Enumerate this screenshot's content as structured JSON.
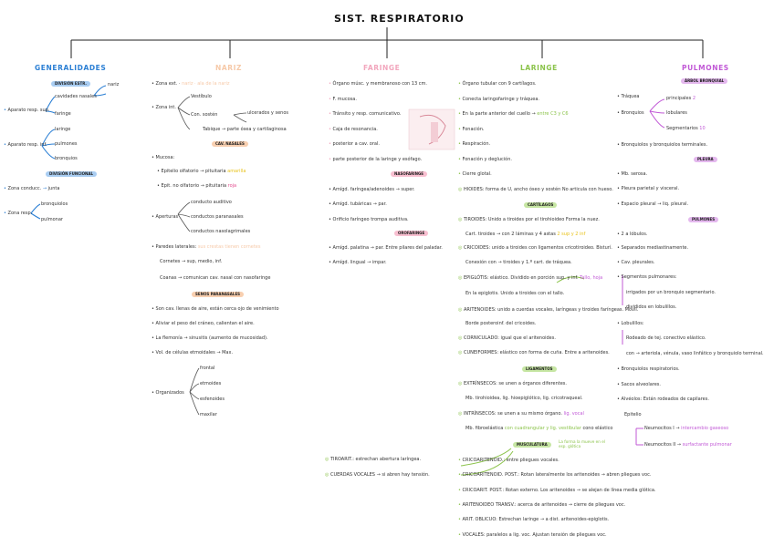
{
  "colors": {
    "generalidades": "#2b7fd4",
    "nariz": "#f6c9a8",
    "faringe": "#f2a6bd",
    "laringe": "#8bc34a",
    "pulmones": "#c159d6",
    "blue_pill": "#a9cdf2",
    "orange_pill": "#f8cfb0",
    "pink_pill": "#f8bfd0",
    "green_pill": "#c6e6a3",
    "purple_pill": "#e4b8ee",
    "accent_yellow": "#e8c21a",
    "accent_pink": "#e24a8d"
  },
  "title": "SIST. RESPIRATORIO",
  "headers": {
    "generalidades": "GENERALIDADES",
    "nariz": "NARIZ",
    "faringe": "FARINGE",
    "laringe": "LARINGE",
    "pulmones": "PULMONES"
  },
  "generalidades": {
    "pill1": "DIVISIÓN ESTR.",
    "pill2": "DIVISIÓN FUNCIONAL",
    "nariz_top": "nariz",
    "cavidades": "cavidades nasales",
    "faringe": "faringe",
    "ap_sup": "Aparato resp. sup.",
    "laringe": "laringe",
    "ap_inf": "Aparato resp. inf.",
    "pulmones": "pulmones",
    "bronquios": "bronquios",
    "zona_cond": "Zona conducc.",
    "zona_cond_val": "junta",
    "zona_resp": "Zona resp.",
    "bronquiolos": "bronquiolos",
    "pulmonar": "pulmonar"
  },
  "nariz": {
    "zona_ext": "Zona ext.",
    "zona_ext_val": "nariz · ala de la nariz",
    "zona_int": "Zona int.",
    "vestibulo": "Vestíbulo",
    "con_sosten": "Con. sostén",
    "ulcerados": "ulcerados y senos",
    "tabique": "Tabique",
    "tabique_val": "parte ósea y cartilaginosa",
    "pill_cavidades": "CAV. NASALES",
    "mucosa": "Mucosa:",
    "epitelio": "Epitelio olfatorio",
    "epitelio_val": "pituitaria",
    "epitelio_acc": "amarilla",
    "epi_no": "Epit. no olfatorio",
    "epi_no_val": "pituitaria",
    "epi_no_acc": "roja",
    "conducto_audit": "conducto auditivo",
    "aperturas": "Aperturas",
    "cond_paranasales": "conductos paranasales",
    "cond_nasolac": "conductos nasolagrimales",
    "paredes": "Paredes laterales:",
    "paredes_val": "sus crestas tienen cornetes",
    "cornetes": "Cornetes",
    "cornetes_val": "sup, medio, inf.",
    "coanas": "Coanas",
    "coanas_val": "comunican cav. nasal con nasofaringe",
    "pill_senos": "SENOS PARANASALES",
    "senos_1": "Son cav. llenas de aire, están cerca ojo de venimiento",
    "senos_2": "Aliviar el peso del cráneo, calientan el aire.",
    "senos_3": "La flemonía → sinusitis (aumento de mucosidad).",
    "senos_4": "Vol. de células etmoidales → Max.",
    "organizados": "Organizados",
    "frontal": "frontal",
    "etmoides": "etmoides",
    "esfenoides": "esfenoides",
    "maxilar": "maxilar"
  },
  "faringe": {
    "items": [
      "Órgano músc. y membranoso con 13 cm.",
      "F. mucosa.",
      "Tránsito y resp. comunicativo.",
      "Caja de resonancia.",
      "posterior a cav. oral.",
      "parte posterior de la laringe y esófago."
    ],
    "pill_naso": "NASOFARINGE",
    "naso_1": "Amígd. faríngea/adenoides",
    "naso_1b": "super.",
    "naso_2": "Amígd. tubáricas",
    "naso_2b": "par.",
    "naso_3": "Orificio faríngeo trompa auditiva.",
    "pill_oro": "OROFARINGE",
    "oro_1": "Amígd. palatina → par. Entre pilares del paladar.",
    "oro_2": "Amígd. lingual → impar."
  },
  "laringe": {
    "items": [
      "Órgano tubular con 9 cartílagos.",
      "Conecta laringofaringe y tráquea.",
      "En la parte anterior del cuello",
      "Fonación.",
      "Respiración.",
      "Fonación y deglución.",
      "Cierre glotal."
    ],
    "item3_acc": "entre C3 y C6",
    "hioides": "HIOIDES: forma de U, ancho óseo y sostén No articula con hueso.",
    "pill_cart": "CARTÍLAGOS",
    "tiroides": "TIROIDES: Unido a tiroides por el tirohioideo Forma la nuez.",
    "cart_1": "Cart. tiroides → con 2 láminas y 4 astas",
    "cart_1b": "2 sup y 2 inf",
    "cricoides": "CRICOIDES: unido a tiroides con ligamentos cricotiroideo. Bisturí.",
    "cric_1": "Conexión con → tiroides y 1.º cart. de tráquea.",
    "epiglotis": "EPIGLÓTIS: elástico. Dividido en porción sup. y inf.",
    "epi_acc": "Tallo, hoja",
    "epi_1": "En la epiglotis. Unido a tiroides con el tallo.",
    "aritenoides": "ARITENOIDES: unido a cuerdas vocales, laríngeas y tiroides faríngeas. Móvil.",
    "arit_1": "Borde posteroinf. del cricoides.",
    "corniculado": "CORNICULADO: igual que el aritenoides.",
    "cuneiformes": "CUNEIFORMES: elástico con forma de cuña. Entre a aritenoides.",
    "pill_lig": "LIGAMENTOS",
    "extrinsecos": "EXTRÍNSECOS: se unen a órganos diferentes.",
    "ext_1": "Mb. tirohioidea, lig. hioepiglótico, lig. cricotraqueal.",
    "intrinsecos": "INTRÍNSECOS: se unen a su mismo órgano.",
    "intr_acc": "lig. vocal",
    "mb_elast": "Mb. fibroelástica",
    "mb_acc": "con cuadrangular y lig. vestibular",
    "mb_tail": "cono elástico",
    "pill_musc": "MUSCULATURA",
    "musc_note": "La forma la mueve en el esp. glótica",
    "tiroari": "TIROARIT.: estrechan abertura laríngea.",
    "cuerdas": "CUERDAS VOCALES → si abren hay tensión.",
    "musc_items": [
      "CRICOARITENOID.: entre pliegues vocales.",
      "CRICOARITENOID. POST.: Rotan lateralmente los aritenoides → abren pliegues voc.",
      "CRICOARIT. POST.: Rotan externo. Los aritenoides → se alejan de línea media glótica.",
      "ARITENOIDEO TRANSV.: acerca de aritenoides → cierre de pliegues voc.",
      "ARIT. OBLICUO: Estrechan laringe → a dist. aritenoides-epiglotis.",
      "VOCALES: paralelos a lig. voc. Ajustan tensión de pliegues voc."
    ]
  },
  "pulmones": {
    "pill_arbol": "ÁRBOL BRONQUIAL",
    "traquea": "Tráquea",
    "principales": "principales",
    "principales_n": "2",
    "bronquios": "Bronquios",
    "lobulares": "lobulares",
    "segmentarios": "Segmentarios",
    "segmentarios_n": "10",
    "bronq_line": "Bronquiolos y bronquiolos terminales.",
    "pill_pleura": "PLEURA",
    "pl_1": "Mb. serosa.",
    "pl_2": "Pleura parietal y visceral.",
    "pl_3": "Espacio pleural → liq. pleural.",
    "pill_pulm": "PULMONES",
    "pu_1": "2 a lóbulos.",
    "pu_2": "Separados mediastinamente.",
    "pu_3": "Cav. pleurales.",
    "pu_4": "Segmentos pulmonares:",
    "pu_5": "irrigados por un bronquio segmentario.",
    "pu_6": "divididos en lobulillos.",
    "lobulillos": "Lobulillos:",
    "lob_1": "Rodeado de tej. conectivo elástico.",
    "lob_2": "con → arteriola, vénula, vaso linfático y bronquiolo terminal.",
    "resp_1": "Bronquiolos respiratorios.",
    "resp_2": "Sacos alveolares.",
    "resp_3": "Alvéolos: Están rodeados de capilares.",
    "epitelio": "Epitelio",
    "neumo_1": "Neumocitos I",
    "neumo_1b": "intercambio gaseoso",
    "neumo_2": "Neumocitos II",
    "neumo_2b": "surfactante pulmonar"
  }
}
